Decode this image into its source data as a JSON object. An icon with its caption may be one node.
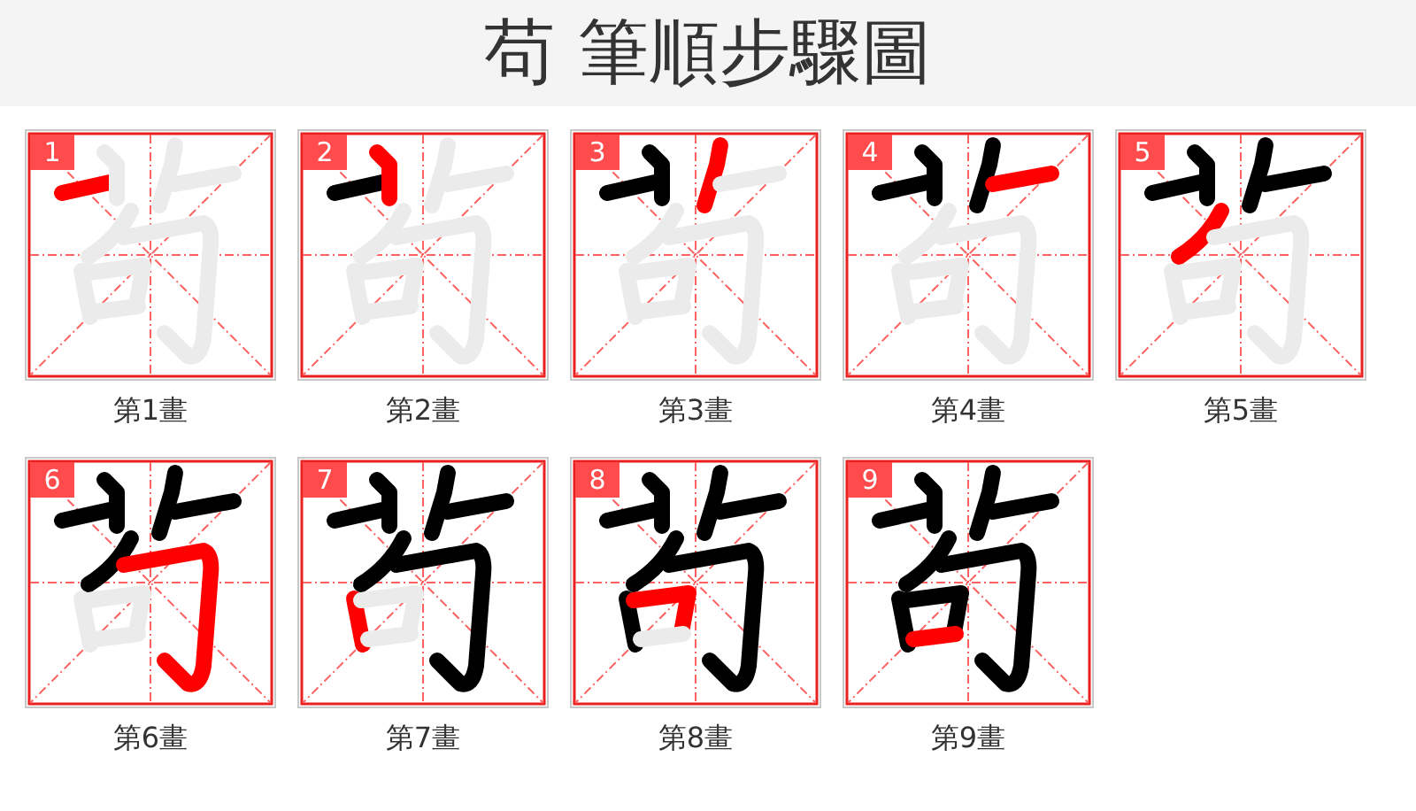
{
  "diagram": {
    "title": "苟 筆順步驟圖",
    "labels": [
      "1",
      "第1畫",
      "2",
      "第2畫",
      "3",
      "第3畫",
      "4",
      "第4畫",
      "5",
      "第5畫",
      "6",
      "第6畫",
      "7",
      "第7畫",
      "8",
      "第8畫",
      "9",
      "第9畫"
    ]
  }
}
